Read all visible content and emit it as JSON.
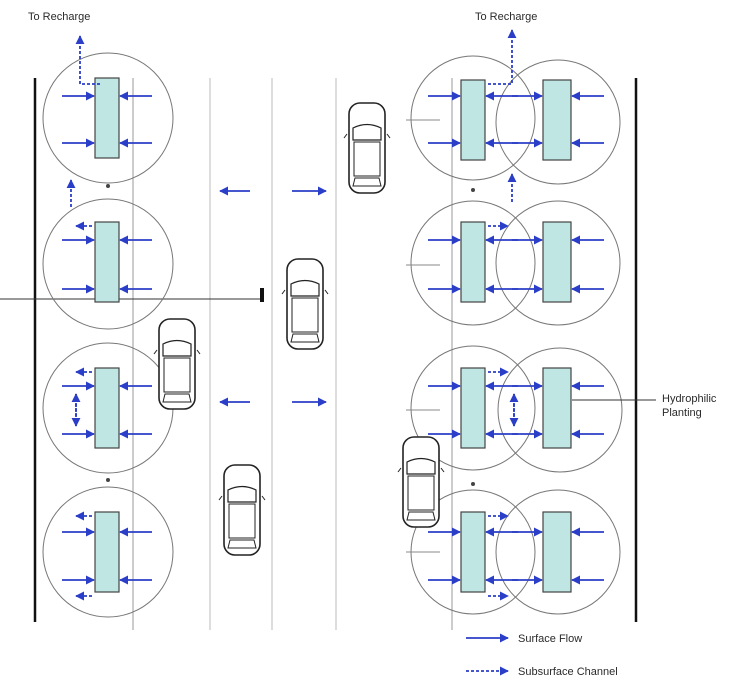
{
  "labels": {
    "recharge_left": "To Recharge",
    "recharge_right": "To Recharge",
    "hydrophilic_line1": "Hydrophilic",
    "hydrophilic_line2": "Planting"
  },
  "legend": {
    "surface_flow": "Surface Flow",
    "subsurface_channel": "Subsurface Channel"
  },
  "colors": {
    "flow_arrow": "#2b3ec8",
    "planting_fill": "#bfe6e3",
    "linework": "#222222",
    "circle_stroke": "#777777"
  }
}
